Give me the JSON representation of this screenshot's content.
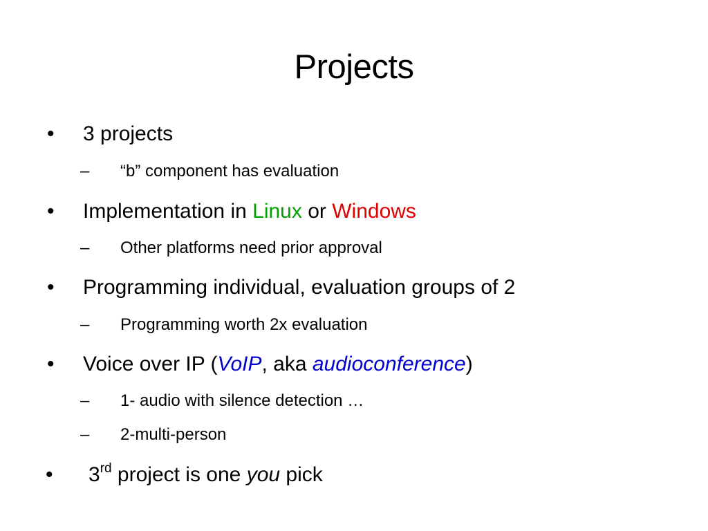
{
  "slide": {
    "title": "Projects",
    "bullet_marker": "•",
    "sub_marker": "–",
    "items": [
      {
        "text": "3 projects"
      },
      {
        "text": "“b” component has evaluation"
      },
      {
        "prefix": "Implementation in ",
        "linux": "Linux",
        "middle": " or ",
        "windows": "Windows"
      },
      {
        "text": "Other platforms need prior approval"
      },
      {
        "text": "Programming individual, evaluation groups of 2"
      },
      {
        "text": "Programming worth 2x evaluation"
      },
      {
        "prefix": "Voice over IP (",
        "voip": "VoIP",
        "middle": ", aka ",
        "audioconf": "audioconference",
        "suffix": ")"
      },
      {
        "text": "1- audio with silence detection …"
      },
      {
        "text": "2-multi-person"
      },
      {
        "num": "3",
        "sup": "rd",
        "middle": " project is one ",
        "you": "you",
        "suffix": " pick"
      }
    ]
  },
  "colors": {
    "linux": "#00a000",
    "windows": "#e00000",
    "emphasis_blue": "#0000d0"
  }
}
